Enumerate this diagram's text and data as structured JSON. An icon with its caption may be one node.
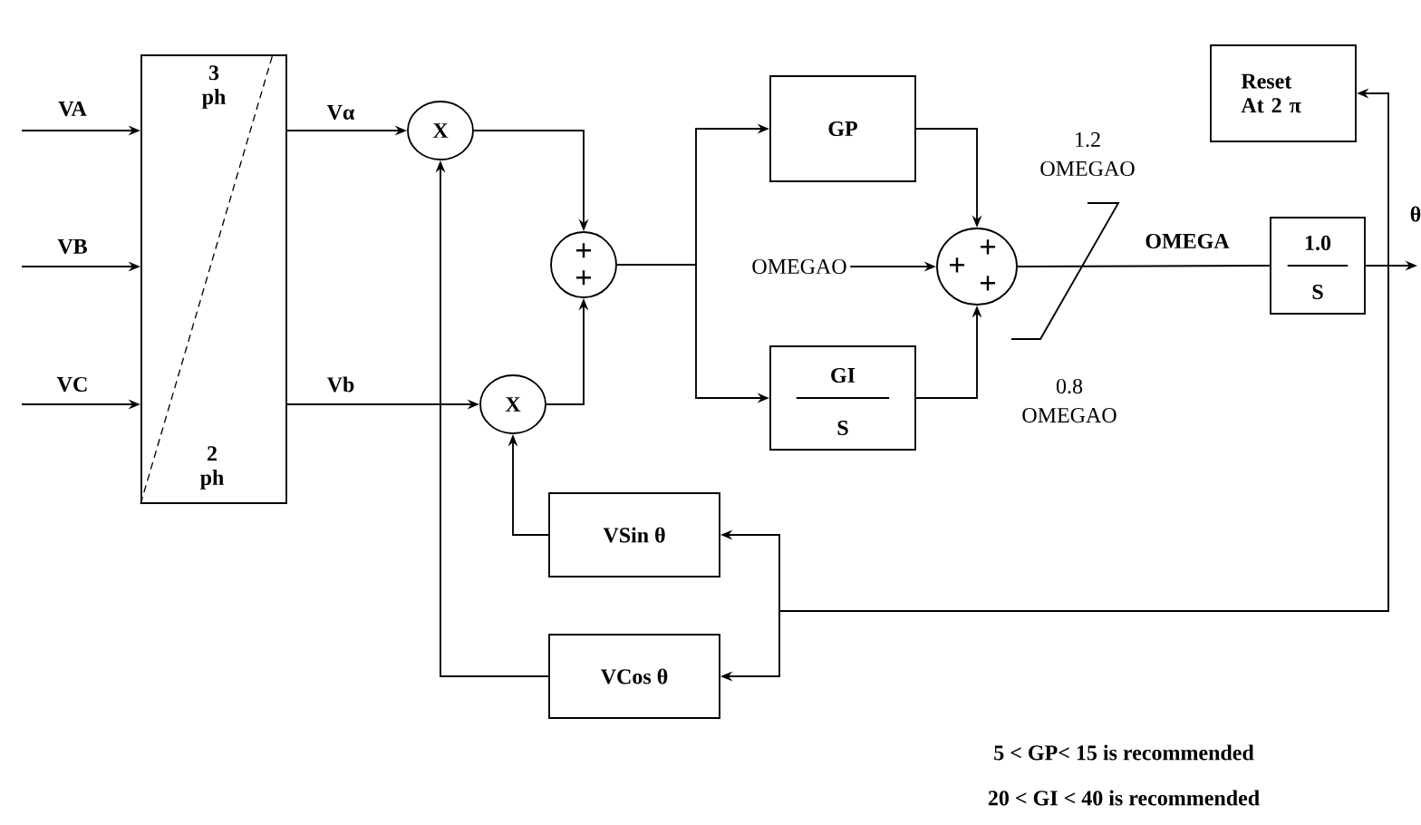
{
  "diagram": {
    "nodes": [
      {
        "text": [
          "3 ph",
          "2 ph"
        ]
      },
      {
        "text": [
          "X"
        ]
      },
      {
        "text": [
          "X"
        ]
      },
      {
        "text": [
          "+",
          "+"
        ]
      },
      {
        "text": [
          "GP"
        ]
      },
      {
        "text": [
          "GI",
          "S"
        ]
      },
      {
        "text": [
          "OMEGAO"
        ]
      },
      {
        "text": [
          "+",
          "+",
          "+"
        ]
      },
      {
        "text": [
          "1.0",
          "S"
        ]
      },
      {
        "text": [
          "Reset At 2 π"
        ]
      },
      {
        "text": [
          "VSin θ"
        ]
      },
      {
        "text": [
          "VCos θ"
        ]
      }
    ],
    "edges": [
      {
        "from": null,
        "to": 0,
        "arrow": "to",
        "label": "VA"
      },
      {
        "from": null,
        "to": 0,
        "arrow": "to",
        "label": "VB"
      },
      {
        "from": null,
        "to": 0,
        "arrow": "to",
        "label": "VC"
      },
      {
        "from": 0,
        "to": 1,
        "arrow": "to",
        "label": "Vα"
      },
      {
        "from": 0,
        "to": 2,
        "arrow": "to",
        "label": "Vb"
      },
      {
        "from": 1,
        "to": 3,
        "arrow": "to"
      },
      {
        "from": 2,
        "to": 3,
        "arrow": "to"
      },
      {
        "from": 3,
        "to": 4,
        "arrow": "to"
      },
      {
        "from": 3,
        "to": 5,
        "arrow": "to"
      },
      {
        "from": 6,
        "to": 7,
        "arrow": "to"
      },
      {
        "from": 4,
        "to": 7,
        "arrow": "to"
      },
      {
        "from": 5,
        "to": 7,
        "arrow": "to"
      },
      {
        "from": 7,
        "to": 8,
        "arrow": "none",
        "label": "OMEGA"
      },
      {
        "from": 8,
        "to": null,
        "arrow": "to",
        "label": "θ"
      },
      {
        "from": 8,
        "to": 9,
        "arrow": "to"
      },
      {
        "from": 8,
        "to": 10,
        "arrow": "to"
      },
      {
        "from": 8,
        "to": 11,
        "arrow": "to"
      },
      {
        "from": 10,
        "to": 2,
        "arrow": "to"
      },
      {
        "from": 11,
        "to": 1,
        "arrow": "to"
      }
    ],
    "labels": [
      "1.2 OMEGAO",
      "0.8 OMEGAO",
      "5 < GP< 15 is recommended",
      "20 < GI < 40 is recommended"
    ]
  }
}
